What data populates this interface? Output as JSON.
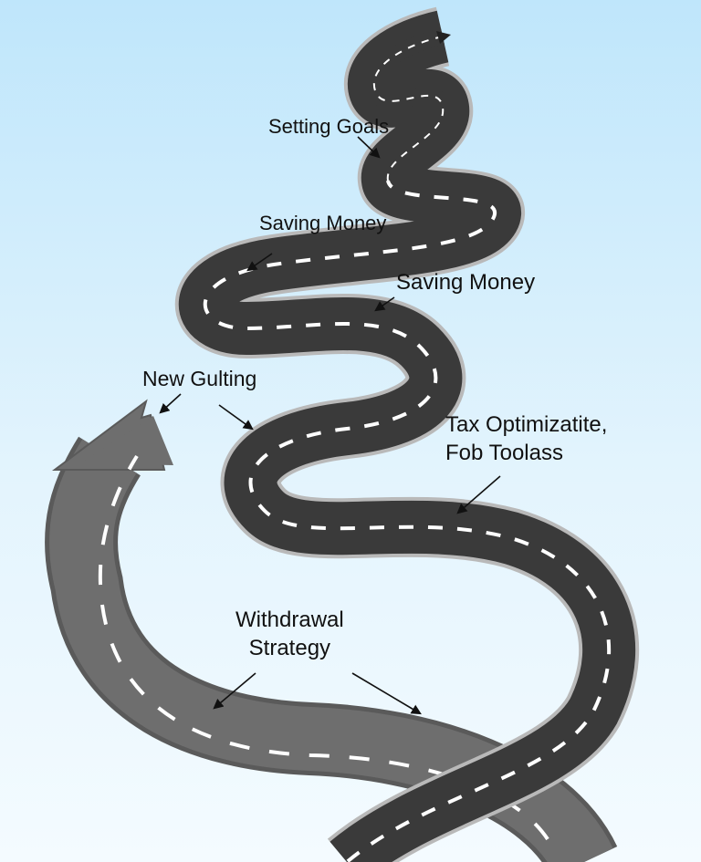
{
  "labels": {
    "setting_goals": "Setting Goals",
    "saving_money_1": "Saving Money",
    "saving_money_2": "Saving Money",
    "new_gulting": "New Gulting",
    "tax_line1": "Tax Optimizatite,",
    "tax_line2": "Fob Toolass",
    "withdrawal_line1": "Withdrawal",
    "withdrawal_line2": "Strategy"
  },
  "colors": {
    "sky_top": "#bfe6fb",
    "sky_bottom": "#eef8ff",
    "road_main": "#3b3b3b",
    "road_edge": "#9a9a9a",
    "road_gray": "#6b6b6b",
    "lane_line": "#ffffff",
    "text": "#111111"
  }
}
